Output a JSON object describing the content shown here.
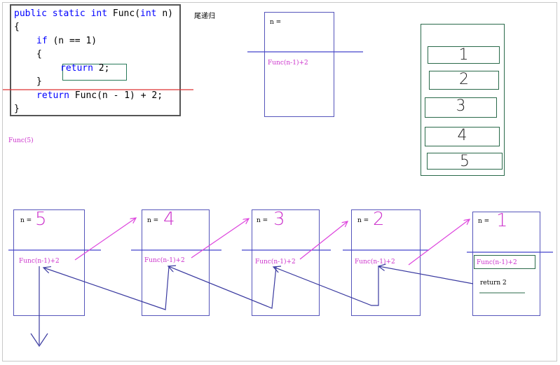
{
  "code": {
    "line1": {
      "kw1": "public static int",
      "rest1": " Func(",
      "kw2": "int",
      "rest2": " n)"
    },
    "line2": "{",
    "line3": {
      "kw": "if",
      "rest": " (n == 1)"
    },
    "line4": "{",
    "line5": {
      "kw": "return",
      "rest": " 2;"
    },
    "line6": "}",
    "line7": {
      "kw": "return",
      "rest": " Func(n - 1) + 2;"
    },
    "line8": "}"
  },
  "tail_recursion_label": "尾递归",
  "func5_label": "Func(5)",
  "top_frame": {
    "n_label": "n =",
    "call": "Func(n-1)+2"
  },
  "stack": [
    "1",
    "2",
    "3",
    "4",
    "5"
  ],
  "frames": [
    {
      "n_label": "n =",
      "n_value": "5",
      "call": "Func(n-1)+2"
    },
    {
      "n_label": "n =",
      "n_value": "4",
      "call": "Func(n-1)+2"
    },
    {
      "n_label": "n =",
      "n_value": "3",
      "call": "Func(n-1)+2"
    },
    {
      "n_label": "n =",
      "n_value": "2",
      "call": "Func(n-1)+2"
    },
    {
      "n_label": "n =",
      "n_value": "1",
      "call": "Func(n-1)+2",
      "return": "return 2"
    }
  ],
  "colors": {
    "call_arrow": "#dd44dd",
    "return_arrow": "#3a3aa0",
    "divider": "#4444cc",
    "strike": "#dd3333"
  }
}
